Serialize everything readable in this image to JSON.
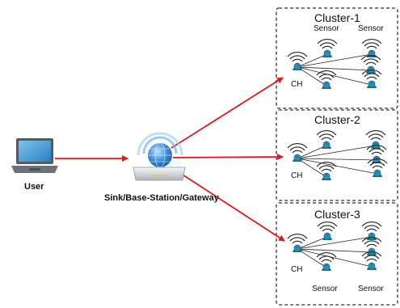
{
  "user": {
    "label": "User"
  },
  "gateway": {
    "label": "Sink/Base-Station/Gateway"
  },
  "clusters": [
    {
      "title": "Cluster-1",
      "ch_label": "CH",
      "sensor_labels": [
        "Sensor",
        "Sensor"
      ]
    },
    {
      "title": "Cluster-2",
      "ch_label": "CH"
    },
    {
      "title": "Cluster-3",
      "ch_label": "CH",
      "sensor_labels": [
        "Sensor",
        "Sensor"
      ]
    }
  ],
  "colors": {
    "link": "#e8161a",
    "node": "#2b8fb5",
    "cluster_border": "#333333",
    "laptop": "#555a60",
    "screen": "#3d9ad6",
    "globe": "#3f8fd8"
  },
  "icons": {
    "user": "laptop-icon",
    "gateway": "router-globe-icon",
    "node": "wireless-sensor-icon"
  }
}
